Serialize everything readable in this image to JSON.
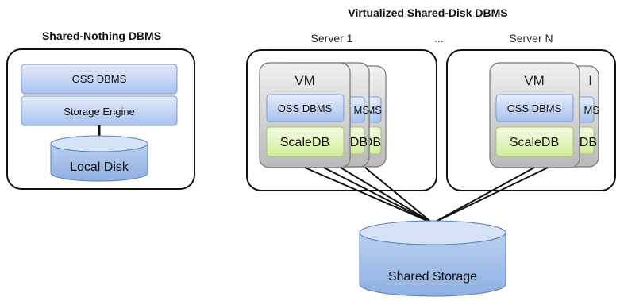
{
  "left_diagram": {
    "title": "Shared-Nothing DBMS",
    "oss_label": "OSS DBMS",
    "engine_label": "Storage Engine",
    "disk_label": "Local Disk"
  },
  "right_diagram": {
    "title": "Virtualized Shared-Disk DBMS",
    "server1_label": "Server 1",
    "ellipsis": "...",
    "serverN_label": "Server N",
    "vm_label": "VM",
    "oss_label": "OSS DBMS",
    "scaledb_label": "ScaleDB",
    "oss_partial_1": "MS",
    "oss_partial_2": "MS",
    "scaledb_partial_1": "DB",
    "scaledb_partial_2": "DB",
    "oss_partial_n": "MS",
    "scaledb_partial_n": "DB",
    "vm_partial_n": "I",
    "storage_label": "Shared Storage"
  },
  "colors": {
    "blue_top": "#dfe9fb",
    "blue_bottom": "#a9c3f0",
    "blue_border": "#7d9ad1",
    "green_top": "#f3fbe0",
    "green_bottom": "#d3ee9e",
    "green_border": "#a3c46a",
    "vm_top": "#ececec",
    "vm_bottom": "#bdbdbd",
    "cyl_top": "#d7e4f7",
    "cyl_body": "#9fbde6",
    "cyl_border": "#5d7fb4"
  }
}
